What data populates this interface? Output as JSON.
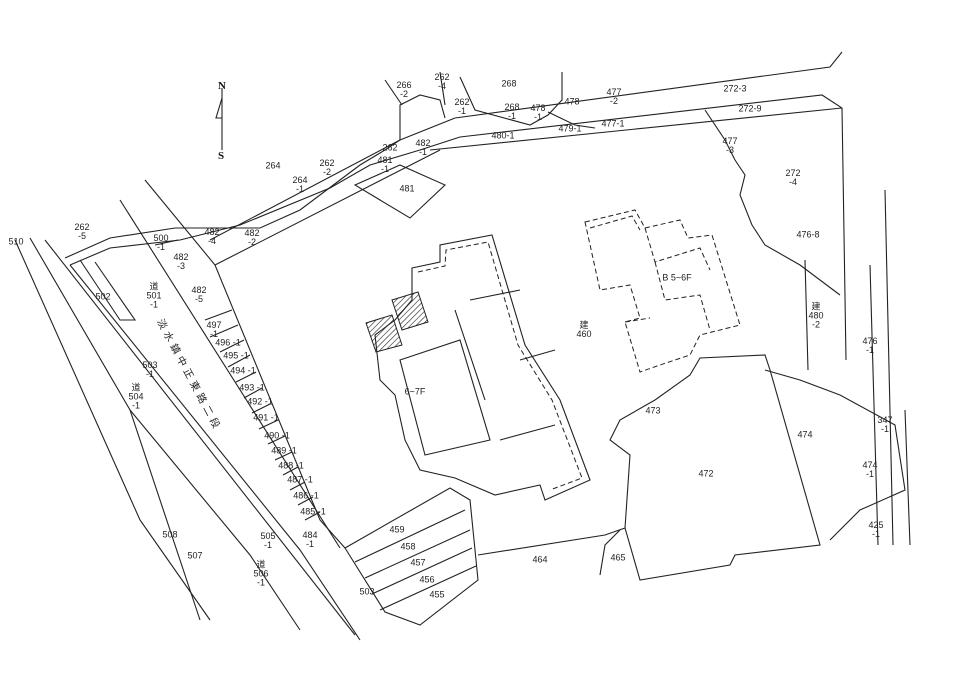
{
  "compass": {
    "north": "N",
    "south": "S"
  },
  "road_name": "淡水鎮中正東路二段",
  "parcels": [
    "266\n-2",
    "262\n-4",
    "268",
    "262\n-1",
    "268\n-1",
    "478\n-1",
    "478",
    "477\n-2",
    "272-3",
    "272-9",
    "477-1",
    "479-1",
    "480-1",
    "477\n-3",
    "262",
    "482\n-1",
    "481\n-1",
    "481",
    "264",
    "262\n-2",
    "264\n-1",
    "272\n-4",
    "262\n-5",
    "510",
    "500\n-1",
    "482\n-4",
    "482\n-2",
    "476-8",
    "482\n-3",
    "502",
    "道\n501\n-1",
    "482\n-5",
    "497\n-1",
    "496\n-1",
    "495\n-1",
    "494\n-1",
    "493\n-1",
    "492\n-1",
    "491\n-1",
    "490\n-1",
    "489\n-1",
    "488\n-1",
    "487\n-1",
    "486\n-1",
    "485\n-1",
    "484\n-1",
    "503\n-1",
    "道\n504\n-1",
    "建\n480\n-2",
    "476\n-1",
    "建\n460",
    "B 5~6F",
    "6~7F",
    "473",
    "474",
    "347\n-1",
    "472",
    "474\n-1",
    "425\n-1",
    "465",
    "464",
    "459",
    "458",
    "457",
    "456",
    "455",
    "503",
    "505\n-1",
    "道\n506\n-1",
    "508",
    "507"
  ]
}
